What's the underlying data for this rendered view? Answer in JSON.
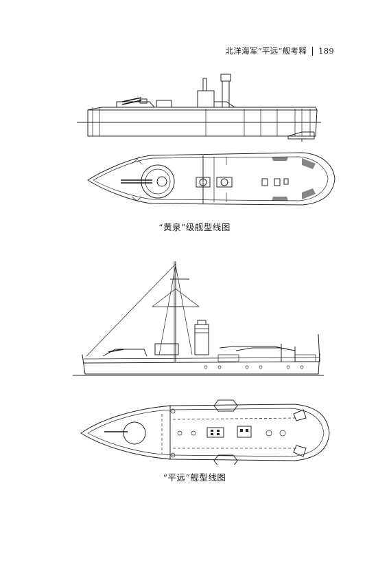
{
  "header": {
    "book_title": "北洋海军“平远”舰考释",
    "page_number": "189"
  },
  "figures": [
    {
      "caption": "“黄泉”级舰型线图"
    },
    {
      "caption": "“平远”舰型线图"
    }
  ]
}
